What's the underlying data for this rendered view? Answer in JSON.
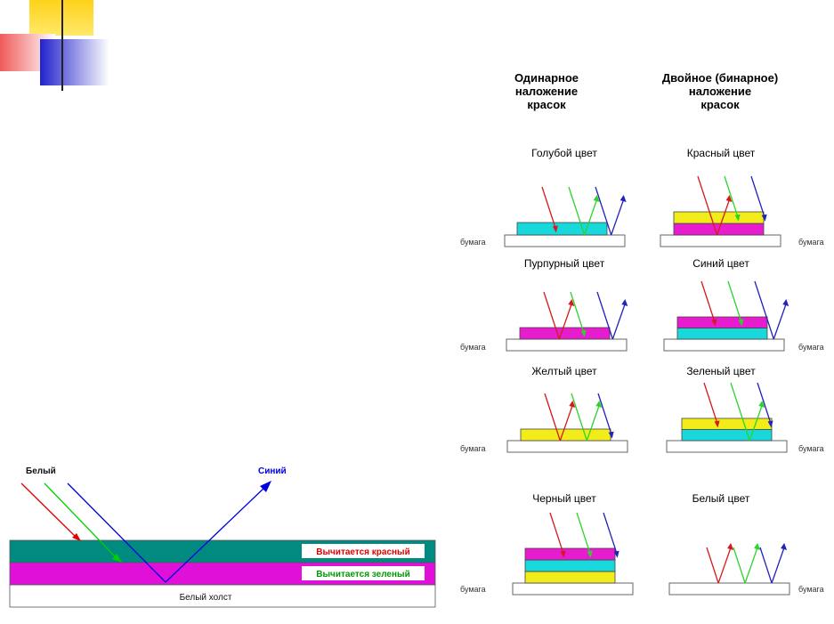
{
  "headers": {
    "single": [
      "Одинарное",
      "наложение",
      "красок"
    ],
    "double": [
      "Двойное (бинарное)",
      "наложение",
      "красок"
    ]
  },
  "paper_label": "бумага",
  "panels": [
    {
      "title": "Голубой цвет",
      "layers": [
        "#19d8dc"
      ],
      "reflect": [
        "green",
        "blue"
      ]
    },
    {
      "title": "Красный цвет",
      "layers": [
        "#e81ccf",
        "#f2ec1a"
      ],
      "reflect": [
        "red"
      ]
    },
    {
      "title": "Пурпурный цвет",
      "layers": [
        "#e81ccf"
      ],
      "reflect": [
        "red",
        "blue"
      ]
    },
    {
      "title": "Синий цвет",
      "layers": [
        "#19d8dc",
        "#e81ccf"
      ],
      "reflect": [
        "blue"
      ]
    },
    {
      "title": "Желтый цвет",
      "layers": [
        "#f2ec1a"
      ],
      "reflect": [
        "red",
        "green"
      ]
    },
    {
      "title": "Зеленый цвет",
      "layers": [
        "#19d8dc",
        "#f2ec1a"
      ],
      "reflect": [
        "green"
      ]
    },
    {
      "title": "Черный цвет",
      "layers": [
        "#f2ec1a",
        "#19d8dc",
        "#e81ccf"
      ],
      "reflect": []
    },
    {
      "title": "Белый цвет",
      "layers": [],
      "reflect": [
        "red",
        "green",
        "blue"
      ]
    }
  ],
  "bottom_diagram": {
    "white_label": "Белый",
    "blue_label": "Синий",
    "red_subtracted": "Вычитается красный",
    "green_subtracted": "Вычитается зеленый",
    "canvas_label": "Белый холст",
    "colors": {
      "teal": "#008a80",
      "magenta": "#e010d8",
      "red": "#e00000",
      "green": "#00d000",
      "blue": "#0000e0"
    }
  }
}
